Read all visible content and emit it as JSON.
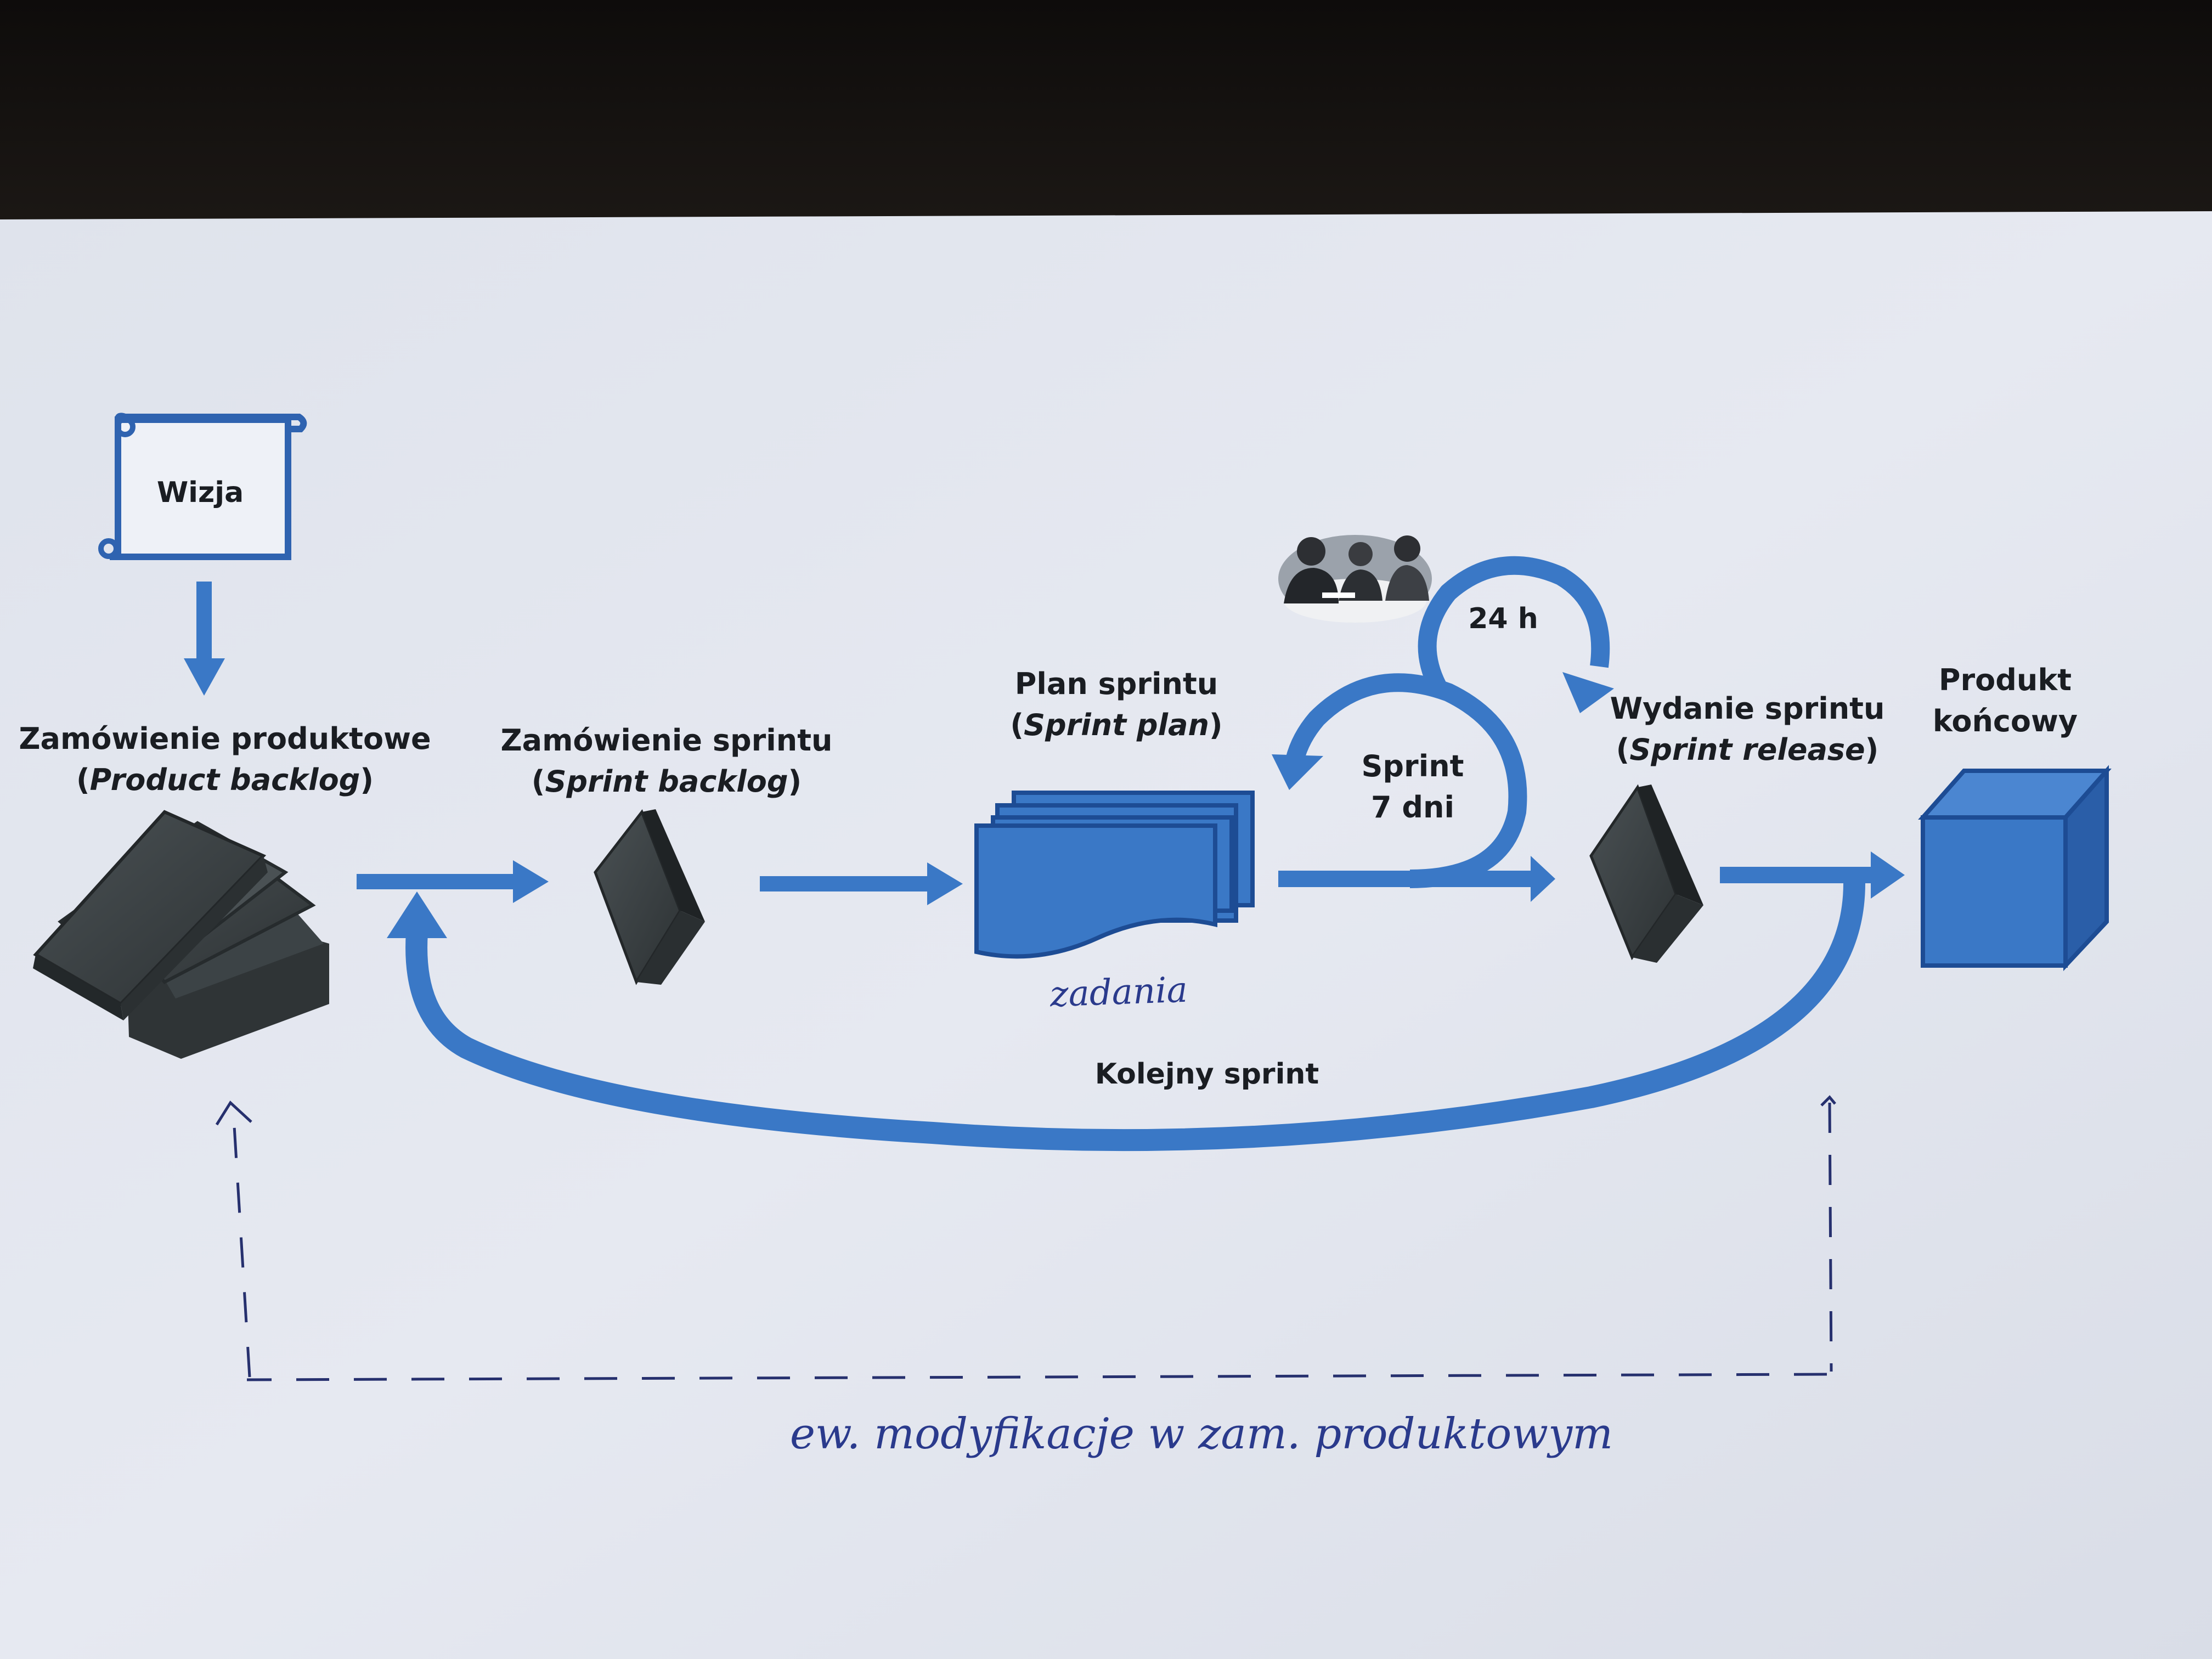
{
  "vision": {
    "label": "Wizja"
  },
  "product_backlog": {
    "title": "Zamówienie produktowe",
    "subtitle_open": "(",
    "subtitle_italic": "Product backlog",
    "subtitle_close": ")"
  },
  "sprint_backlog": {
    "title": "Zamówienie sprintu",
    "subtitle_open": "(",
    "subtitle_italic": "Sprint backlog",
    "subtitle_close": ")"
  },
  "sprint_plan": {
    "title": "Plan sprintu",
    "subtitle_open": "(",
    "subtitle_italic": "Sprint plan",
    "subtitle_close": ")",
    "handwritten_note": "zadania"
  },
  "daily_cycle": {
    "label": "24 h"
  },
  "sprint_cycle": {
    "line1": "Sprint",
    "line2": "7 dni"
  },
  "sprint_release": {
    "title": "Wydanie sprintu",
    "subtitle_open": "(",
    "subtitle_italic": "Sprint release",
    "subtitle_close": ")"
  },
  "final_product": {
    "line1": "Produkt",
    "line2": "końcowy"
  },
  "next_sprint": {
    "label": "Kolejny sprint"
  },
  "feedback_note": {
    "label": "ew. modyfikacje w zam. produktowym"
  },
  "colors": {
    "accent_blue": "#3a78c6",
    "dark_blue": "#23569e",
    "book_grey": "#3b4144",
    "paper": "#e3e6ef",
    "handwriting": "#2a3a8c"
  },
  "icons": {
    "vision": "scroll-icon",
    "product_backlog": "stacked-books-icon",
    "sprint_backlog": "book-icon",
    "sprint_plan": "document-stack-icon",
    "daily_cycle": "meeting-people-icon",
    "sprint_release": "book-icon",
    "final_product": "cube-icon"
  }
}
